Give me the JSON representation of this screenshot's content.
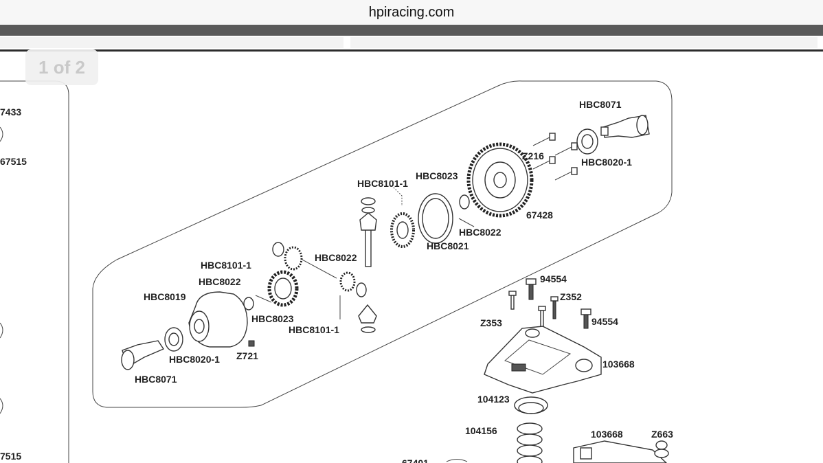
{
  "browser": {
    "url": "hpiracing.com"
  },
  "viewer": {
    "page_indicator": "1 of 2"
  },
  "left_panel_labels": [
    "7433",
    "67515",
    "7515"
  ],
  "diagram_labels": {
    "hbc8071_top": "HBC8071",
    "z216": "Z216",
    "hbc8020_1_top": "HBC8020-1",
    "hbc8023_top": "HBC8023",
    "hbc8101_1_top": "HBC8101-1",
    "p67428": "67428",
    "hbc8022_top": "HBC8022",
    "hbc8021": "HBC8021",
    "hbc8022_mid": "HBC8022",
    "hbc8101_1_mid": "HBC8101-1",
    "hbc8022_left": "HBC8022",
    "hbc8019": "HBC8019",
    "hbc8023_bottom": "HBC8023",
    "hbc8101_1_bottom": "HBC8101-1",
    "z721": "Z721",
    "hbc8020_1_bottom": "HBC8020-1",
    "hbc8071_bottom": "HBC8071",
    "p94554_a": "94554",
    "z352": "Z352",
    "z353": "Z353",
    "p94554_b": "94554",
    "p103668_a": "103668",
    "p104123": "104123",
    "p104156": "104156",
    "p103668_b": "103668",
    "z663": "Z663",
    "p67401": "67401"
  }
}
